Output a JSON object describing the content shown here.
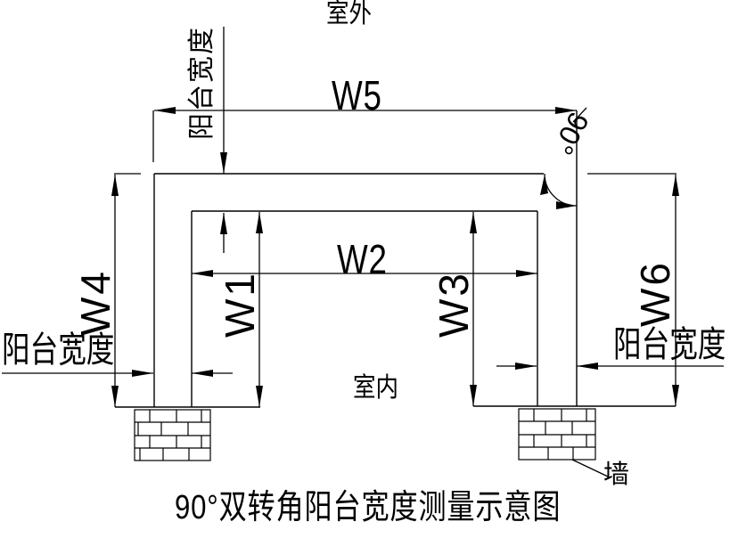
{
  "colors": {
    "line": "#000000",
    "background": "#ffffff"
  },
  "labels": {
    "outdoor": "室外",
    "indoor": "室内",
    "wall": "墙",
    "balcony_width": "阳台宽度",
    "angle": "90°",
    "title": "90°双转角阳台宽度测量示意图"
  },
  "dimensions": {
    "w1": "W1",
    "w2": "W2",
    "w3": "W3",
    "w4": "W4",
    "w5": "W5",
    "w6": "W6"
  }
}
